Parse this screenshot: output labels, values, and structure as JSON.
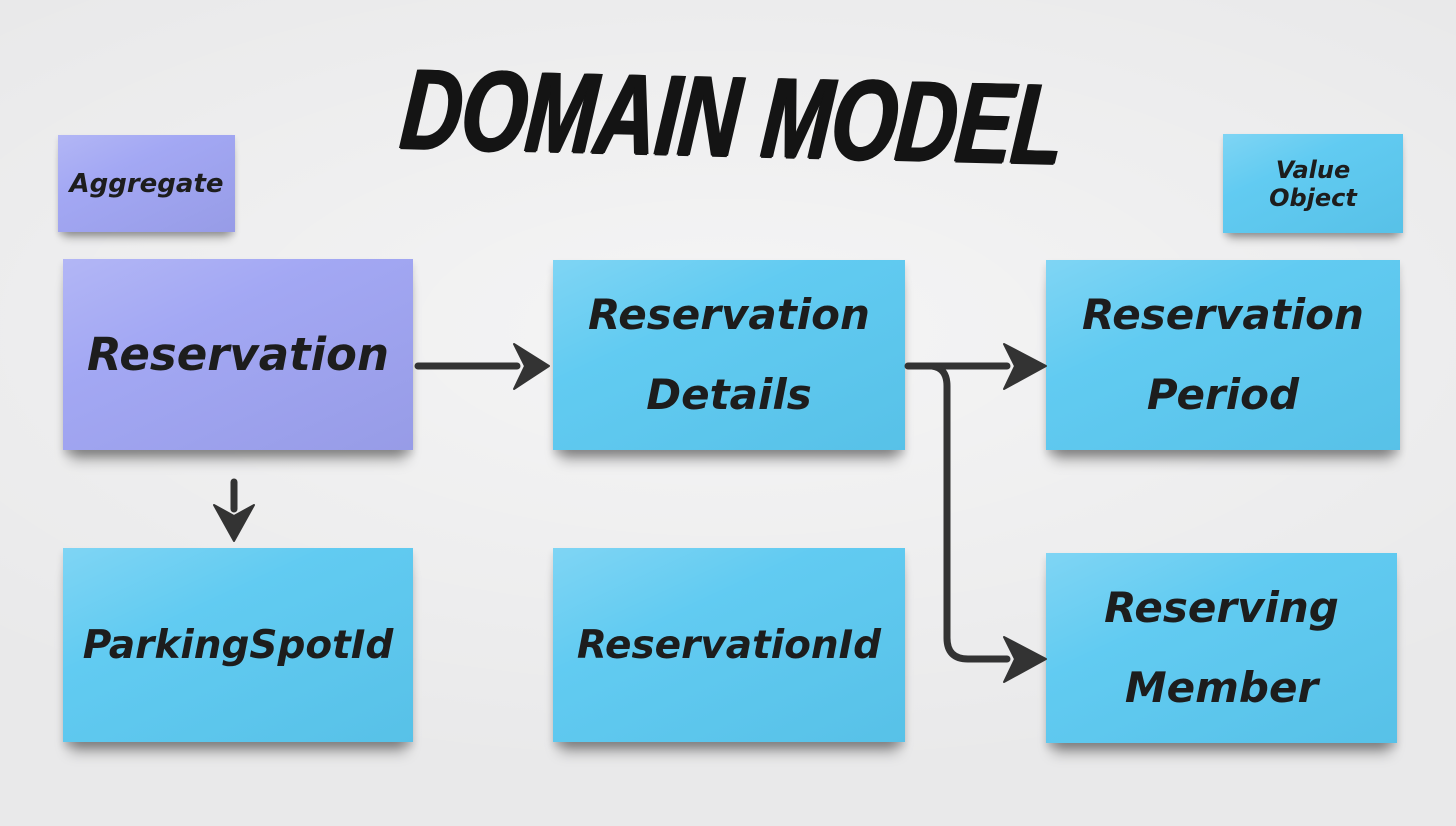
{
  "title": "DOMAIN MODEL",
  "legend": {
    "aggregate_label": "Aggregate",
    "value_object_label": "Value Object"
  },
  "notes": {
    "reservation": "Reservation",
    "reservation_details": "Reservation Details",
    "reservation_period": "Reservation Period",
    "parking_spot_id": "ParkingSpotId",
    "reservation_id": "ReservationId",
    "reserving_member": "Reserving Member"
  },
  "edges": [
    {
      "from": "Reservation",
      "to": "Reservation Details"
    },
    {
      "from": "Reservation",
      "to": "ParkingSpotId"
    },
    {
      "from": "Reservation Details",
      "to": "Reservation Period"
    },
    {
      "from": "Reservation Details",
      "to": "Reserving Member"
    }
  ],
  "colors": {
    "aggregate_note": "#9fa4f3",
    "value_object_note": "#5bc9f1",
    "background": "#e9e9ea",
    "arrow": "#333333",
    "ink": "#1d1d1d"
  }
}
